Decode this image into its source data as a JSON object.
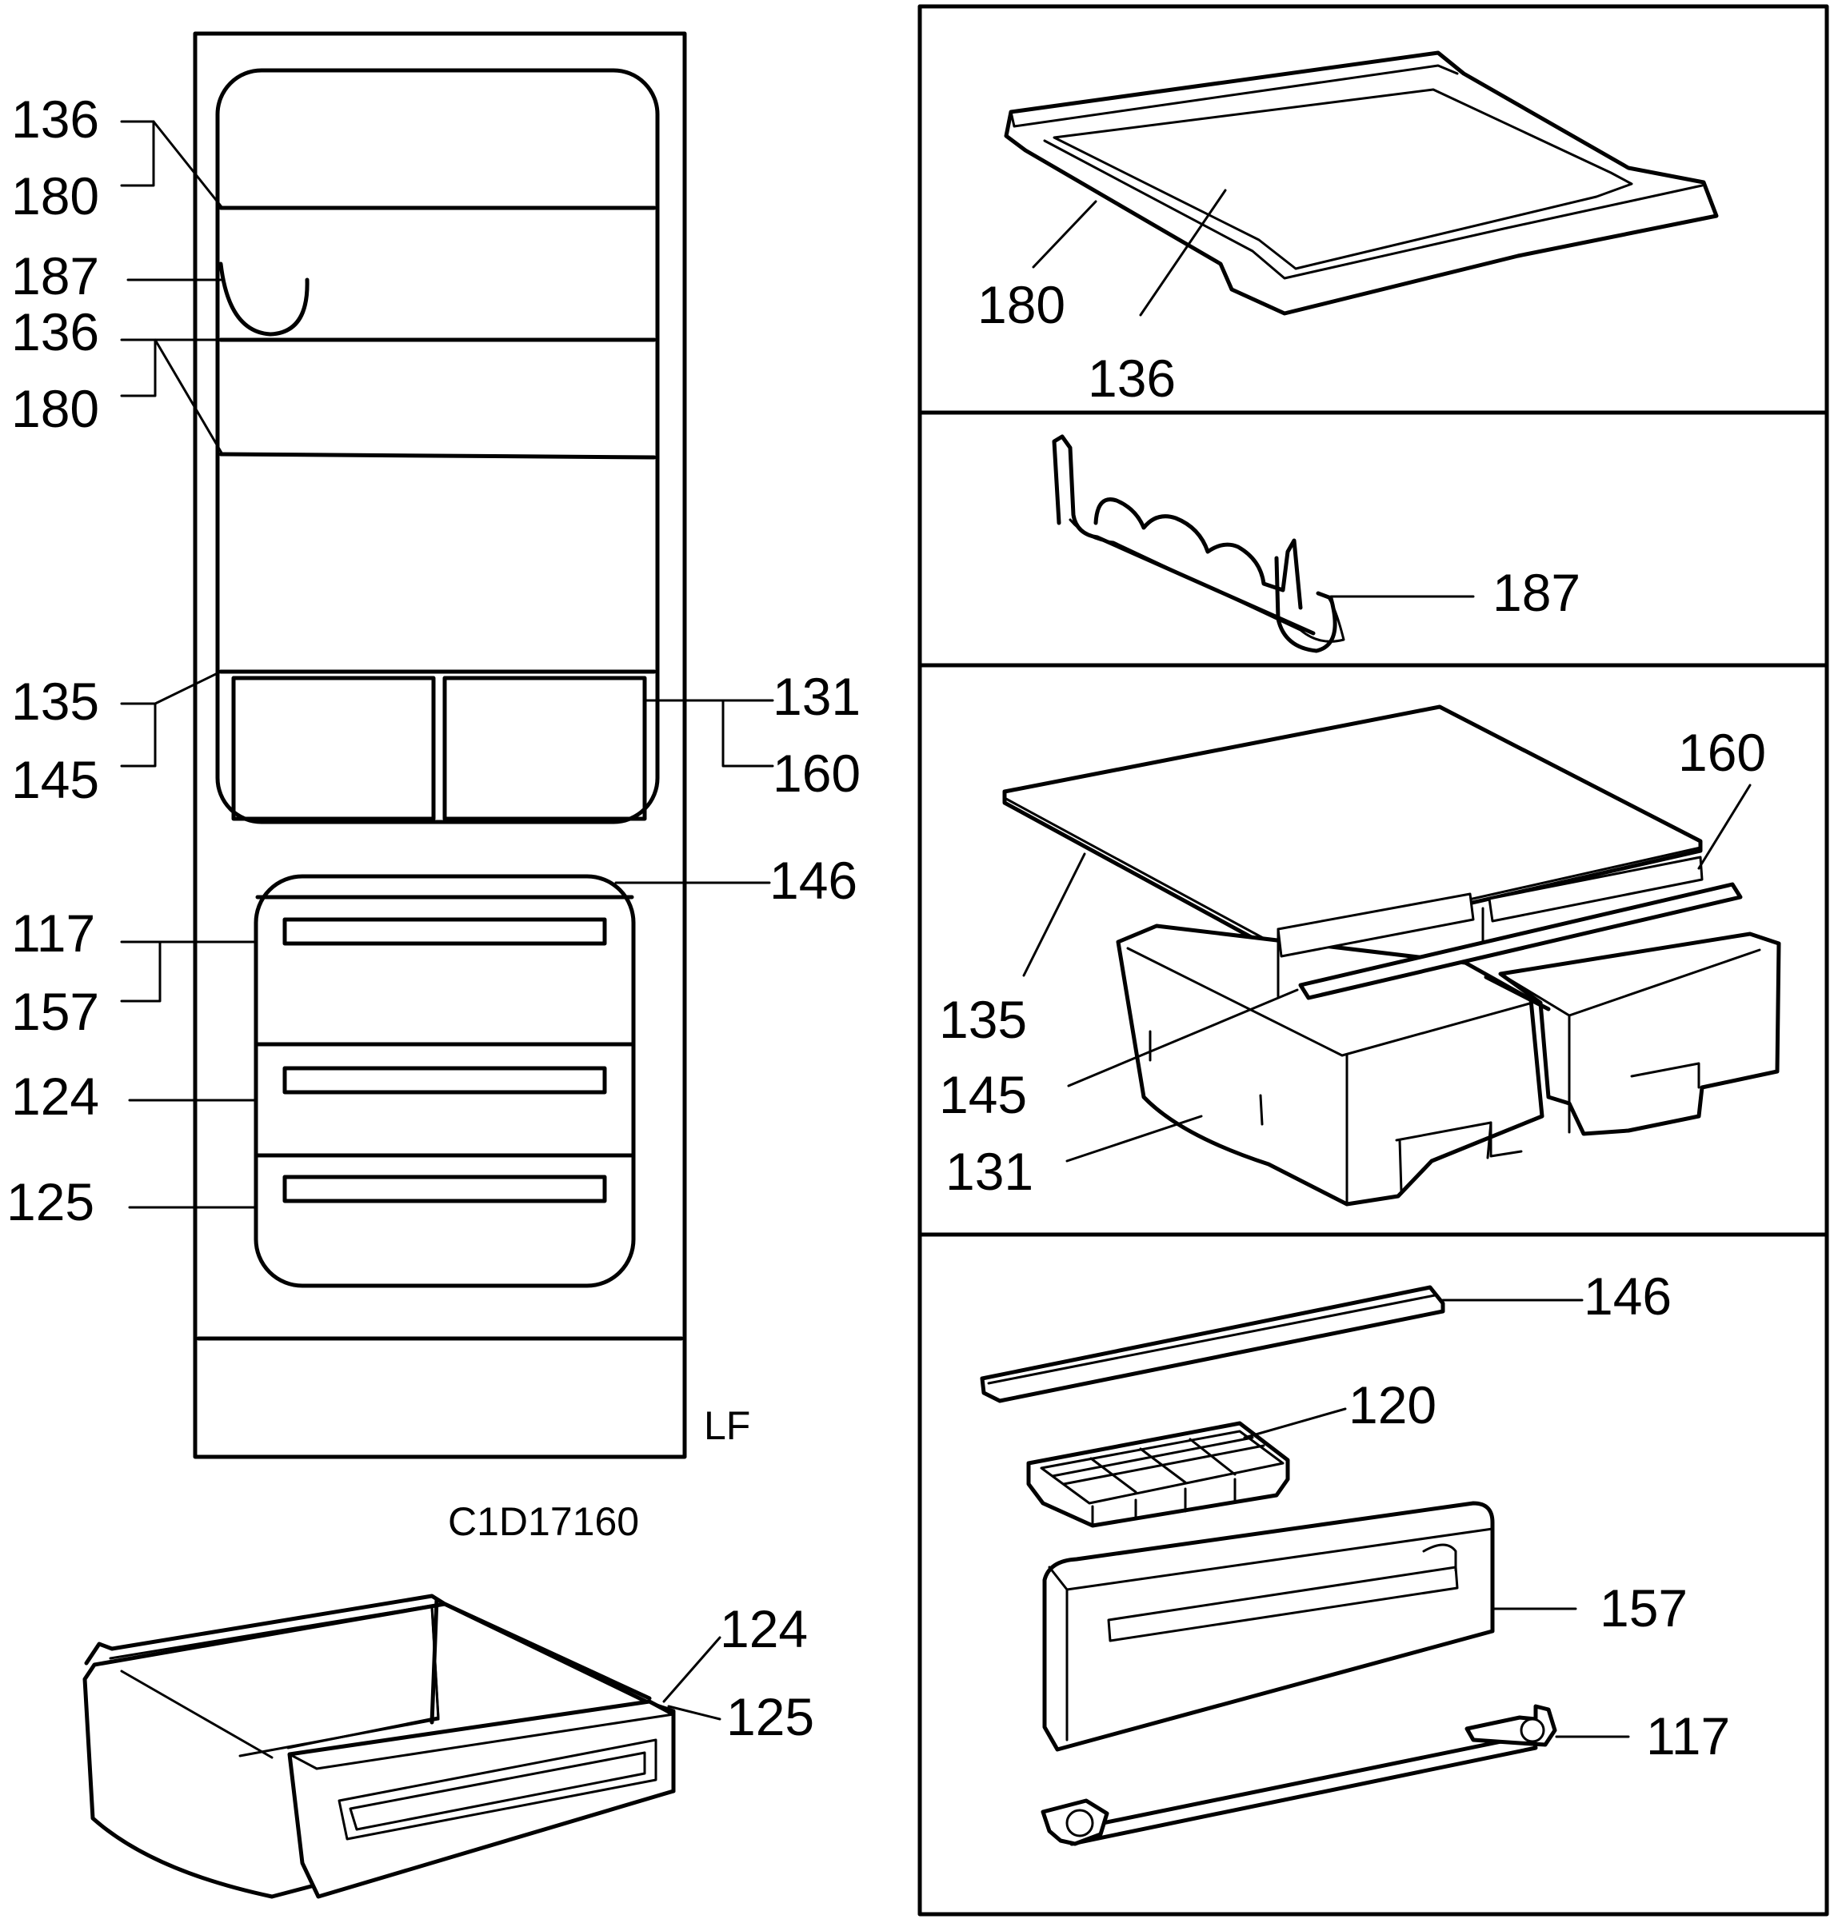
{
  "fridge_labels": {
    "shelf_upper_136": "136",
    "shelf_upper_180": "180",
    "bottle_rack_187": "187",
    "shelf_lower_136": "136",
    "shelf_lower_180": "180",
    "crisper_cover_135": "135",
    "crisper_cover_145": "145",
    "crisper_131": "131",
    "crisper_160": "160",
    "freezer_146": "146",
    "freezer_117": "117",
    "freezer_157": "157",
    "freezer_drawer_124": "124",
    "freezer_drawer_125": "125",
    "model_code": "LF"
  },
  "diagram_code": "C1D17160",
  "drawer_detail": {
    "label_124": "124",
    "label_125": "125"
  },
  "panel_shelf": {
    "label_180": "180",
    "label_136": "136"
  },
  "panel_rack": {
    "label_187": "187"
  },
  "panel_crisper": {
    "label_160": "160",
    "label_135": "135",
    "label_145": "145",
    "label_131": "131"
  },
  "panel_freezer": {
    "label_146": "146",
    "label_120": "120",
    "label_157": "157",
    "label_117": "117"
  }
}
